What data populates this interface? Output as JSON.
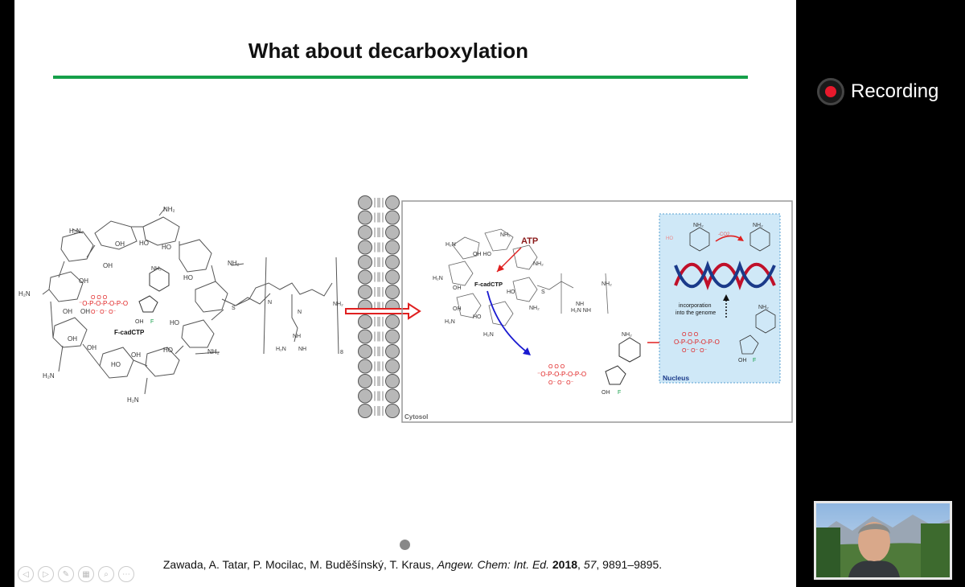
{
  "slide": {
    "title": "What about decarboxylation",
    "citation": {
      "authors": "Zawada, A. Tatar, P. Mocilac, M. Buděšínský, T. Kraus,",
      "journal": "Angew. Chem: Int. Ed.",
      "year": "2018",
      "volume": "57",
      "pages": "9891–9895."
    }
  },
  "scheme": {
    "left": {
      "compound_label": "F-cadCTP",
      "groups": [
        "NH2",
        "H2N",
        "OH",
        "HO",
        "N",
        "F",
        "S",
        "H",
        "NH",
        "8"
      ]
    },
    "cell": {
      "cytosol_label": "Cytosol",
      "atp_label": "ATP",
      "compound_label": "F-cadCTP",
      "nucleus_label": "Nucleus",
      "incorporation_label_1": "incorporation",
      "incorporation_label_2": "into the genome",
      "co2_label": "-CO2"
    }
  },
  "colors": {
    "accent_green": "#16a04a",
    "phosphate_red": "#e02020",
    "atp_red": "#8b1a1a",
    "arrow_blue": "#1a1ad0",
    "nucleus_bg": "#cfe8f7",
    "dna_red": "#c0102a",
    "dna_blue": "#1a3a8a"
  },
  "toolbar": {
    "icons": [
      "prev-icon",
      "next-icon",
      "pen-icon",
      "slides-icon",
      "zoom-icon",
      "more-icon"
    ]
  },
  "recording": {
    "label": "Recording"
  }
}
